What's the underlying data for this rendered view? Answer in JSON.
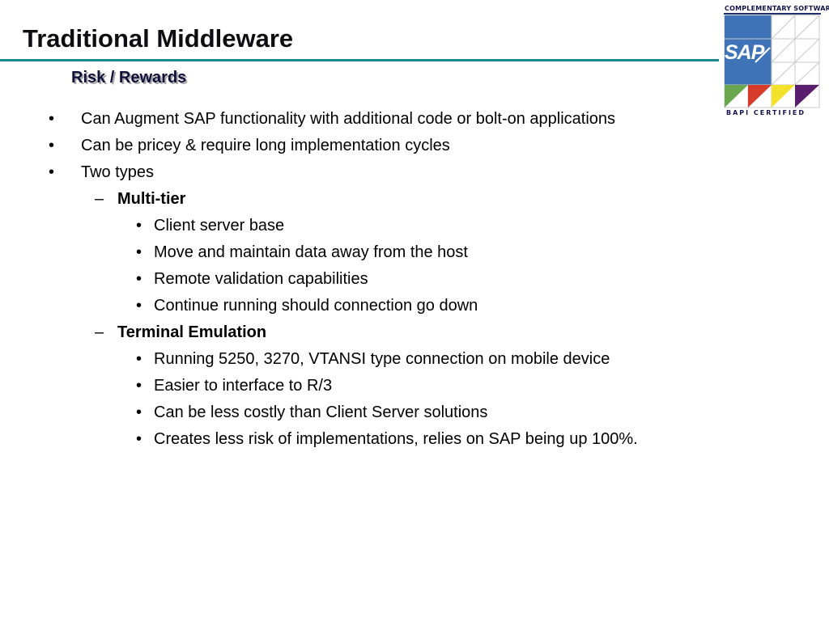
{
  "slide": {
    "title": "Traditional Middleware",
    "subtitle": "Risk / Rewards"
  },
  "logo": {
    "top_text": "COMPLEMENTARY SOFTWARE",
    "word": "SAP",
    "bottom_text": "BAPI CERTIFIED",
    "colors": {
      "navy": "#1f2d6b",
      "blue": "#3f73b8",
      "grid": "#c8c8c8",
      "green": "#6aa84f",
      "red": "#d53c2a",
      "yellow": "#f4e22a",
      "purple": "#5a1e6e"
    }
  },
  "bullets": [
    {
      "level": 1,
      "marker": "•",
      "text": "Can Augment SAP functionality with additional code or bolt-on applications"
    },
    {
      "level": 1,
      "marker": "•",
      "text": "Can be pricey & require long implementation cycles"
    },
    {
      "level": 1,
      "marker": "•",
      "text": "Two types"
    },
    {
      "level": 2,
      "marker": "–",
      "text": "Multi-tier"
    },
    {
      "level": 3,
      "marker": "•",
      "text": "Client server base"
    },
    {
      "level": 3,
      "marker": "•",
      "text": "Move and maintain data away from the host"
    },
    {
      "level": 3,
      "marker": "•",
      "text": "Remote validation capabilities"
    },
    {
      "level": 3,
      "marker": "•",
      "text": "Continue running should connection go down"
    },
    {
      "level": 2,
      "marker": "–",
      "text": "Terminal Emulation"
    },
    {
      "level": 3,
      "marker": "•",
      "text": "Running 5250, 3270, VTANSI type connection on mobile device"
    },
    {
      "level": 3,
      "marker": "•",
      "text": "Easier to interface to R/3"
    },
    {
      "level": 3,
      "marker": "•",
      "text": "Can be less costly than Client Server solutions"
    },
    {
      "level": 3,
      "marker": "•",
      "text": "Creates less risk of implementations, relies on SAP being up 100%."
    }
  ]
}
